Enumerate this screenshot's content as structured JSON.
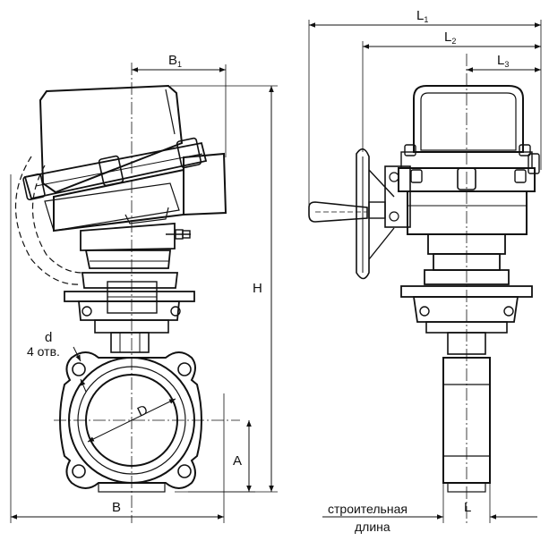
{
  "drawing": {
    "labels": {
      "B1": {
        "main": "B",
        "sub": "1"
      },
      "B": "B",
      "H": "H",
      "A": "A",
      "D": "D",
      "d": "d",
      "holes": "4 отв.",
      "L1": {
        "main": "L",
        "sub": "1"
      },
      "L2": {
        "main": "L",
        "sub": "2"
      },
      "L3": {
        "main": "L",
        "sub": "3"
      },
      "L": "L",
      "face_to_face_line1": "строительная",
      "face_to_face_line2": "длина"
    }
  }
}
